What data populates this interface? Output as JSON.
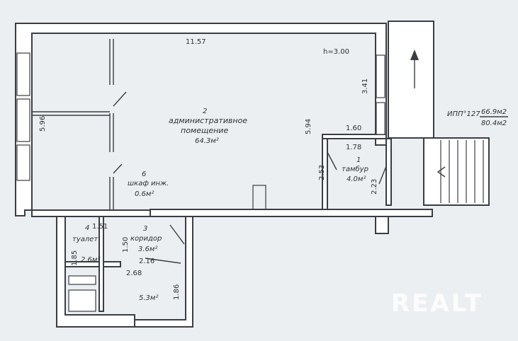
{
  "plan": {
    "dims": {
      "top_width": "11.57",
      "height": "h=3.00",
      "left_height": "5.96",
      "right_upper": "3.41",
      "right_main": "5.94",
      "vestibule_width_top": "1.60",
      "vestibule_width": "1.78",
      "vestibule_left": "2.53",
      "vestibule_right": "2.23",
      "toilet_width": "1.51",
      "toilet_height": "1.85",
      "corridor_width": "1.50",
      "corridor_segment": "2.16",
      "lower_width": "2.68",
      "lower_height": "1.86"
    },
    "rooms": [
      {
        "number": "1",
        "name": "тамбур",
        "area": "4.0м²"
      },
      {
        "number": "2",
        "name_line1": "административное",
        "name_line2": "помещение",
        "area": "64.3м²"
      },
      {
        "number": "3",
        "name": "коридор",
        "area": "3.6м²"
      },
      {
        "number": "4",
        "name": "туалет",
        "area": "2.6м²"
      },
      {
        "number": "6",
        "name": "шкаф инж.",
        "area": "0.6м²"
      },
      {
        "number": "",
        "name": "",
        "area": "5.3м²"
      }
    ],
    "summary": {
      "label": "ИПП°127",
      "area_1": "66.9м2",
      "area_2": "80.4м2"
    },
    "watermark": "REALT"
  }
}
